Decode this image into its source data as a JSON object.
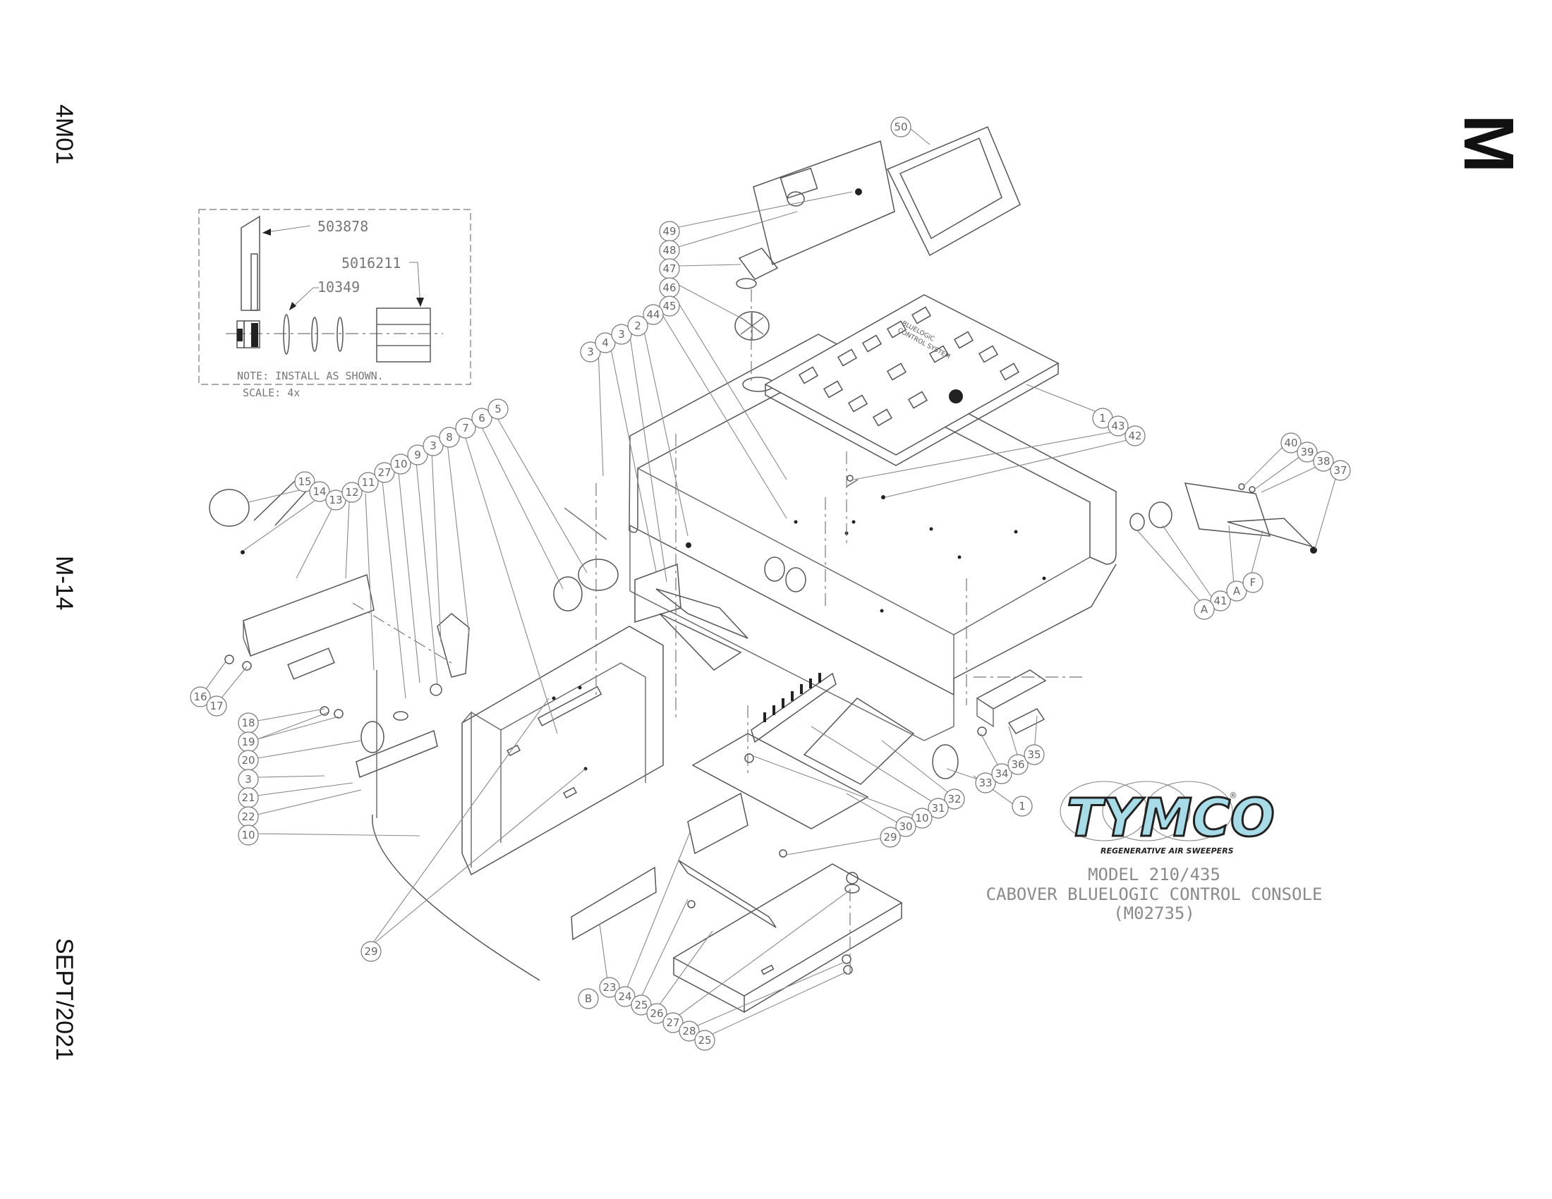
{
  "side_labels": {
    "section_code": "4M01",
    "page_number": "M-14",
    "revision_date": "SEPT/2021",
    "section_letter": "M"
  },
  "inset": {
    "part_numbers": [
      "503878",
      "5016211",
      "10349"
    ],
    "note": "NOTE: INSTALL AS SHOWN.",
    "scale": "SCALE: 4x"
  },
  "logo": {
    "brand": "TYMCO",
    "registered_mark": "®",
    "tagline": "REGENERATIVE AIR SWEEPERS",
    "color": "#a8dbe8"
  },
  "title": {
    "line1": "MODEL 210/435",
    "line2": "CABOVER BLUELOGIC CONTROL CONSOLE",
    "line3": "(M02735)"
  },
  "panel_label": {
    "line1": "BLUELOGIC",
    "line2": "CONTROL SYSTEM"
  },
  "callouts": [
    "50",
    "49",
    "48",
    "47",
    "46",
    "45",
    "44",
    "3",
    "4",
    "3",
    "2",
    "1",
    "43",
    "42",
    "40",
    "39",
    "38",
    "37",
    "41",
    "A",
    "A",
    "F",
    "15",
    "14",
    "13",
    "12",
    "11",
    "27",
    "10",
    "9",
    "3",
    "8",
    "7",
    "6",
    "5",
    "16",
    "17",
    "18",
    "19",
    "20",
    "3",
    "21",
    "22",
    "10",
    "29",
    "23",
    "B",
    "24",
    "25",
    "26",
    "27",
    "28",
    "25",
    "33",
    "34",
    "36",
    "35",
    "1",
    "32",
    "31",
    "10",
    "30",
    "29"
  ]
}
